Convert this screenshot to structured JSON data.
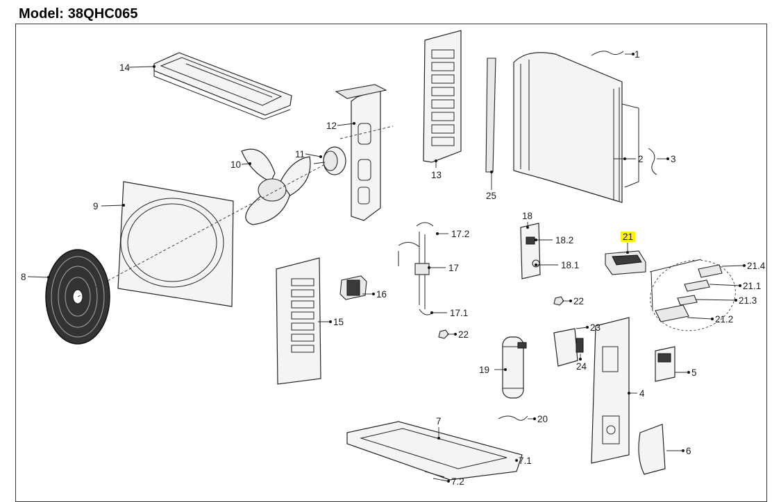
{
  "model_title": "Model: 38QHC065",
  "highlighted_callout": "21",
  "highlight_color": "#fff200",
  "callouts": {
    "c1": "1",
    "c2": "2",
    "c3": "3",
    "c4": "4",
    "c5": "5",
    "c6": "6",
    "c7": "7",
    "c7_1": "7.1",
    "c7_2": "7.2",
    "c8": "8",
    "c9": "9",
    "c10": "10",
    "c11": "11",
    "c12": "12",
    "c13": "13",
    "c14": "14",
    "c15": "15",
    "c16": "16",
    "c17": "17",
    "c17_1": "17.1",
    "c17_2": "17.2",
    "c18": "18",
    "c18_1": "18.1",
    "c18_2": "18.2",
    "c19": "19",
    "c20": "20",
    "c21": "21",
    "c21_1": "21.1",
    "c21_2": "21.2",
    "c21_3": "21.3",
    "c21_4": "21.4",
    "c22a": "22",
    "c22b": "22",
    "c23": "23",
    "c24": "24",
    "c25": "25"
  }
}
